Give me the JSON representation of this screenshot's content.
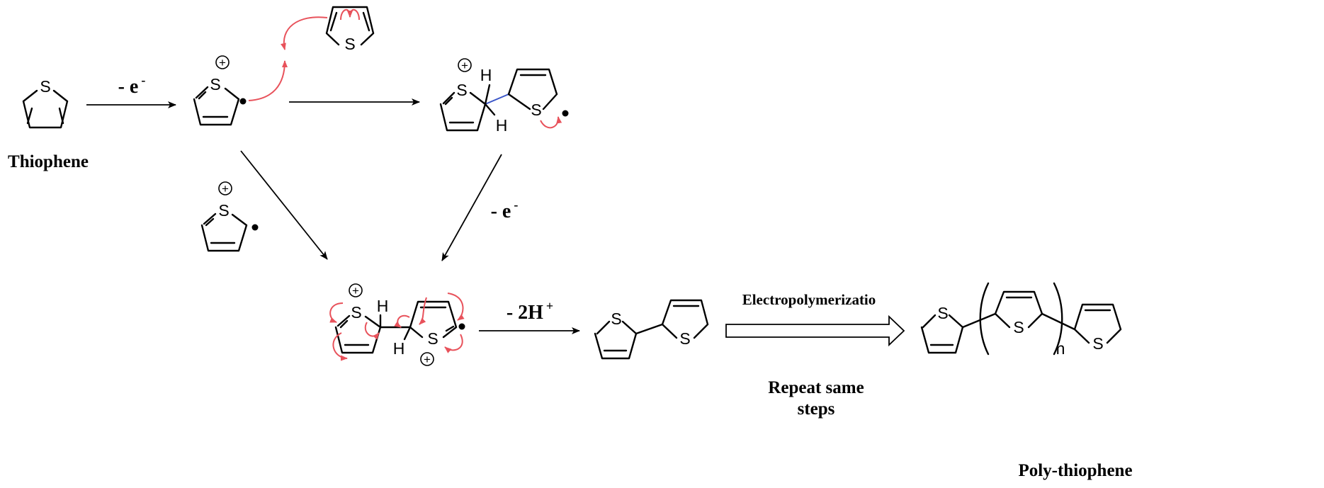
{
  "labels": {
    "thiophene": "Thiophene",
    "oxidation_1": "- e",
    "oxidation_2": "- e",
    "electron_sup": "-",
    "deprotonation": "- 2H",
    "proton_sup": "+",
    "electropolymerization": "Electropolymerizatio",
    "repeat_line1": "Repeat same",
    "repeat_line2": "steps",
    "product": "Poly-thiophene"
  },
  "atoms": {
    "sulfur": "S",
    "hydrogen": "H",
    "subscript_n": "n",
    "plus": "+"
  },
  "colors": {
    "electron_arrow": "#e8525b",
    "new_bond": "#3a55c8",
    "ink": "#000000"
  }
}
